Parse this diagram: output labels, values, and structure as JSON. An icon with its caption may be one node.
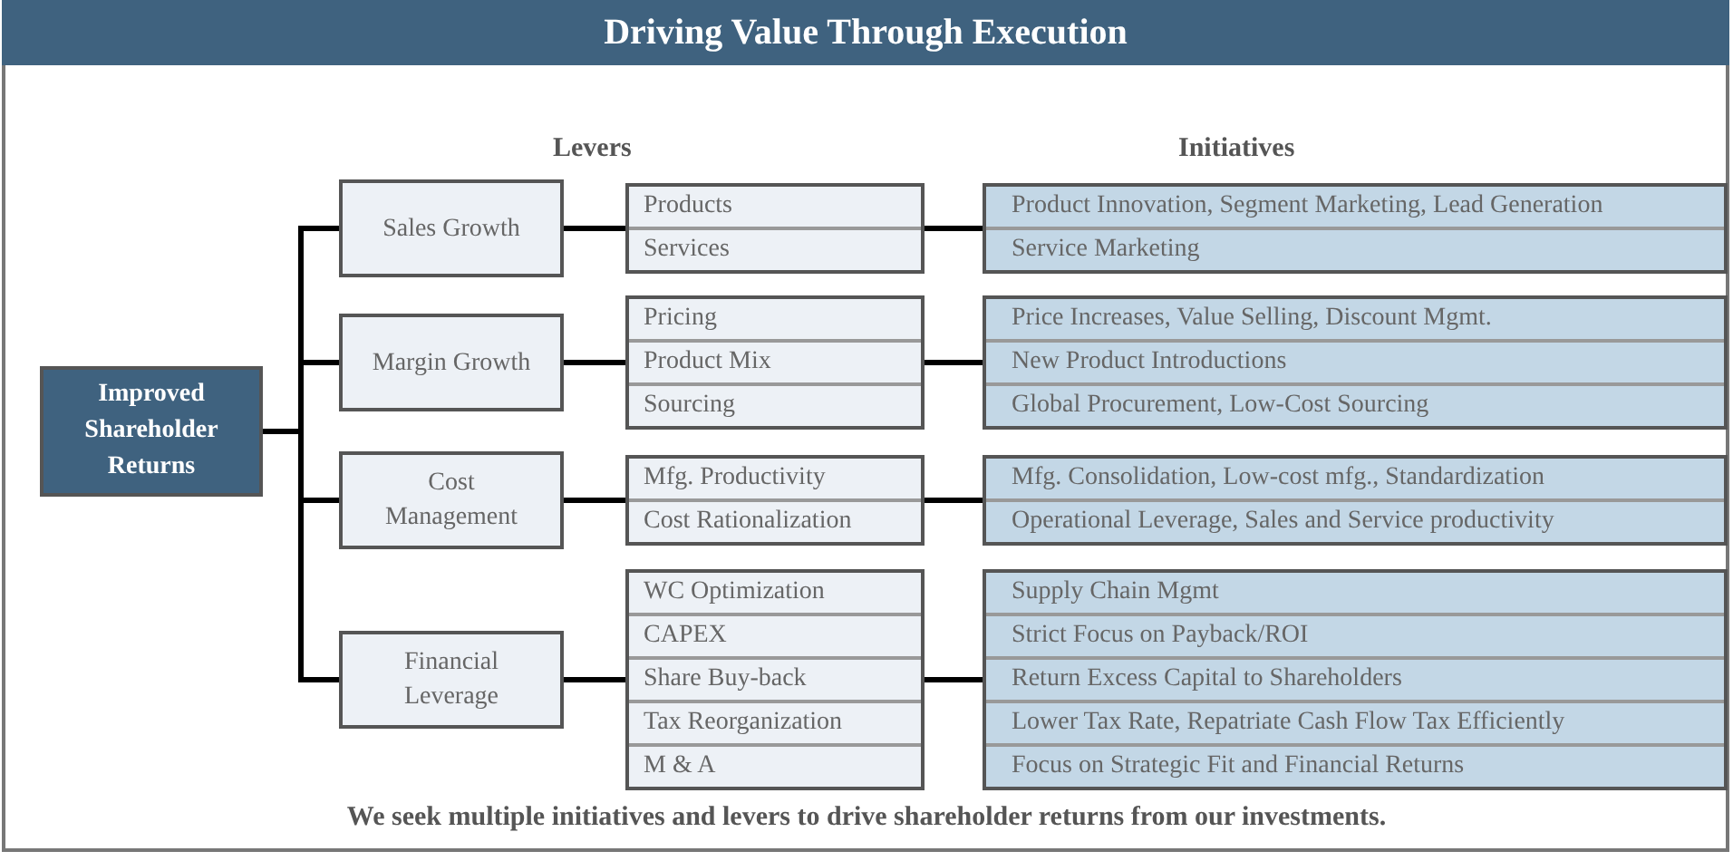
{
  "diagram": {
    "title": "Driving Value Through Execution",
    "caption": "We seek multiple initiatives and levers to drive shareholder returns from our investments.",
    "nodes": [
      {
        "text": [
          "Improved Shareholder Returns"
        ]
      },
      {
        "text": [
          "Sales Growth"
        ]
      },
      {
        "text": [
          "Margin Growth"
        ]
      },
      {
        "text": [
          "Cost Management"
        ]
      },
      {
        "text": [
          "Financial Leverage"
        ]
      },
      {
        "text": [
          "Products",
          "Services"
        ]
      },
      {
        "text": [
          "Pricing",
          "Product Mix",
          "Sourcing"
        ]
      },
      {
        "text": [
          "Mfg. Productivity",
          "Cost Rationalization"
        ]
      },
      {
        "text": [
          "WC Optimization",
          "CAPEX",
          "Share Buy-back",
          "Tax Reorganization",
          "M & A"
        ]
      },
      {
        "text": [
          "Product Innovation, Segment Marketing, Lead Generation",
          "Service Marketing"
        ]
      },
      {
        "text": [
          "Price Increases, Value Selling, Discount Mgmt.",
          "New Product Introductions",
          "Global Procurement, Low-Cost Sourcing"
        ]
      },
      {
        "text": [
          "Mfg. Consolidation, Low-cost mfg., Standardization",
          "Operational Leverage, Sales and Service productivity"
        ]
      },
      {
        "text": [
          "Supply Chain Mgmt",
          "Strict Focus on Payback/ROI",
          "Return Excess Capital to Shareholders",
          "Lower Tax Rate, Repatriate Cash Flow Tax Efficiently",
          "Focus on Strategic Fit and Financial Returns"
        ]
      }
    ],
    "edges": [
      {
        "from": 0,
        "to": 1,
        "arrow": "none"
      },
      {
        "from": 0,
        "to": 2,
        "arrow": "none"
      },
      {
        "from": 0,
        "to": 3,
        "arrow": "none"
      },
      {
        "from": 0,
        "to": 4,
        "arrow": "none"
      },
      {
        "from": 1,
        "to": 5,
        "arrow": "none"
      },
      {
        "from": 2,
        "to": 6,
        "arrow": "none"
      },
      {
        "from": 3,
        "to": 7,
        "arrow": "none"
      },
      {
        "from": 4,
        "to": 8,
        "arrow": "none"
      },
      {
        "from": 5,
        "to": 9,
        "arrow": "none"
      },
      {
        "from": 6,
        "to": 10,
        "arrow": "none"
      },
      {
        "from": 7,
        "to": 11,
        "arrow": "none"
      },
      {
        "from": 8,
        "to": 12,
        "arrow": "none"
      }
    ],
    "labels": [
      "Levers",
      "Initiatives"
    ]
  }
}
